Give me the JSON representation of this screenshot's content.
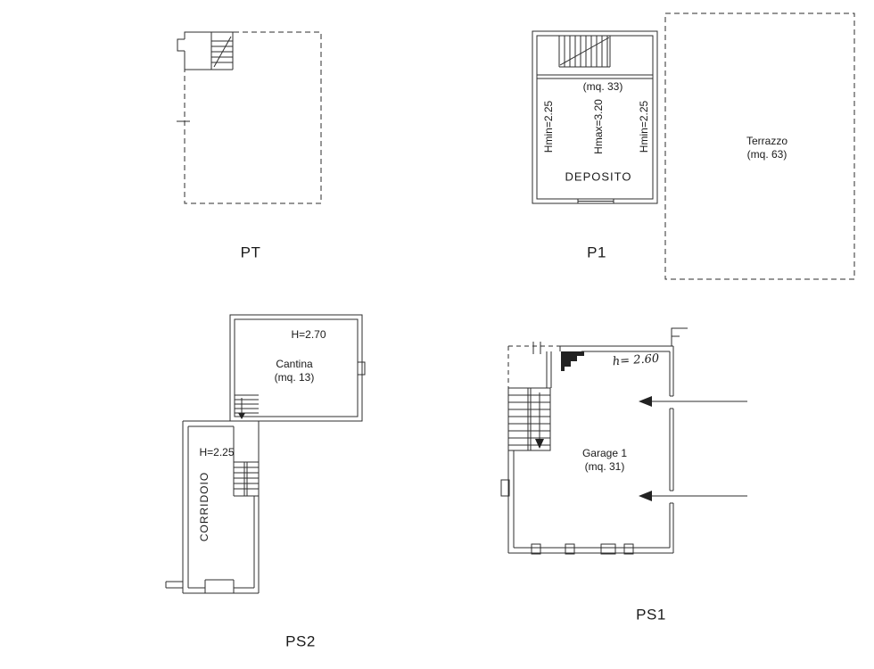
{
  "colors": {
    "background": "#ffffff",
    "line": "#2e2e2e",
    "text": "#1a1a1a"
  },
  "plans": {
    "pt": {
      "label": "PT"
    },
    "p1": {
      "label": "P1",
      "deposito": {
        "name": "DEPOSITO",
        "area": "(mq. 33)",
        "hmin_left": "Hmin=2.25",
        "hmax": "Hmax=3.20",
        "hmin_right": "Hmin=2.25"
      },
      "terrazzo": {
        "name": "Terrazzo",
        "area": "(mq. 63)"
      }
    },
    "ps2": {
      "label": "PS2",
      "cantina": {
        "name": "Cantina",
        "area": "(mq. 13)",
        "height": "H=2.70"
      },
      "corridoio": {
        "name": "CORRIDOIO",
        "height": "H=2.25"
      }
    },
    "ps1": {
      "label": "PS1",
      "garage": {
        "name": "Garage 1",
        "area": "(mq. 31)",
        "handwritten_height": "h= 2.60"
      }
    }
  }
}
